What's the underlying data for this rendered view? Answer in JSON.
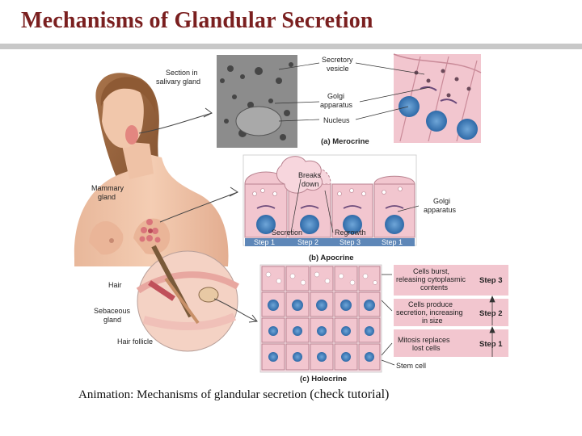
{
  "title": "Mechanisms of Glandular Secretion",
  "caption": {
    "main": "Animation: Mechanisms of glandular secretion",
    "paren": "(check tutorial)"
  },
  "figure": {
    "body_labels": {
      "salivary_1": "Section in",
      "salivary_2": "salivary gland",
      "mammary_1": "Mammary",
      "mammary_2": "gland",
      "hair": "Hair",
      "sebaceous_1": "Sebaceous",
      "sebaceous_2": "gland",
      "follicle": "Hair follicle"
    },
    "merocrine": {
      "vesicle_1": "Secretory",
      "vesicle_2": "vesicle",
      "golgi_1": "Golgi",
      "golgi_2": "apparatus",
      "nucleus": "Nucleus",
      "panel_label": "(a) Merocrine"
    },
    "apocrine": {
      "breaks_1": "Breaks",
      "breaks_2": "down",
      "golgi_1": "Golgi",
      "golgi_2": "apparatus",
      "secretion": "Secretion",
      "regrowth": "Regrowth",
      "steps": [
        "Step 1",
        "Step 2",
        "Step 3",
        "Step 1"
      ],
      "panel_label": "(b) Apocrine"
    },
    "holocrine": {
      "step3_text_1": "Cells burst,",
      "step3_text_2": "releasing cytoplasmic",
      "step3_text_3": "contents",
      "step3": "Step 3",
      "step2_text_1": "Cells produce",
      "step2_text_2": "secretion, increasing",
      "step2_text_3": "in size",
      "step2": "Step 2",
      "step1_text_1": "Mitosis replaces",
      "step1_text_2": "lost cells",
      "step1": "Step 1",
      "stem_cell": "Stem cell",
      "panel_label": "(c) Holocrine"
    }
  }
}
